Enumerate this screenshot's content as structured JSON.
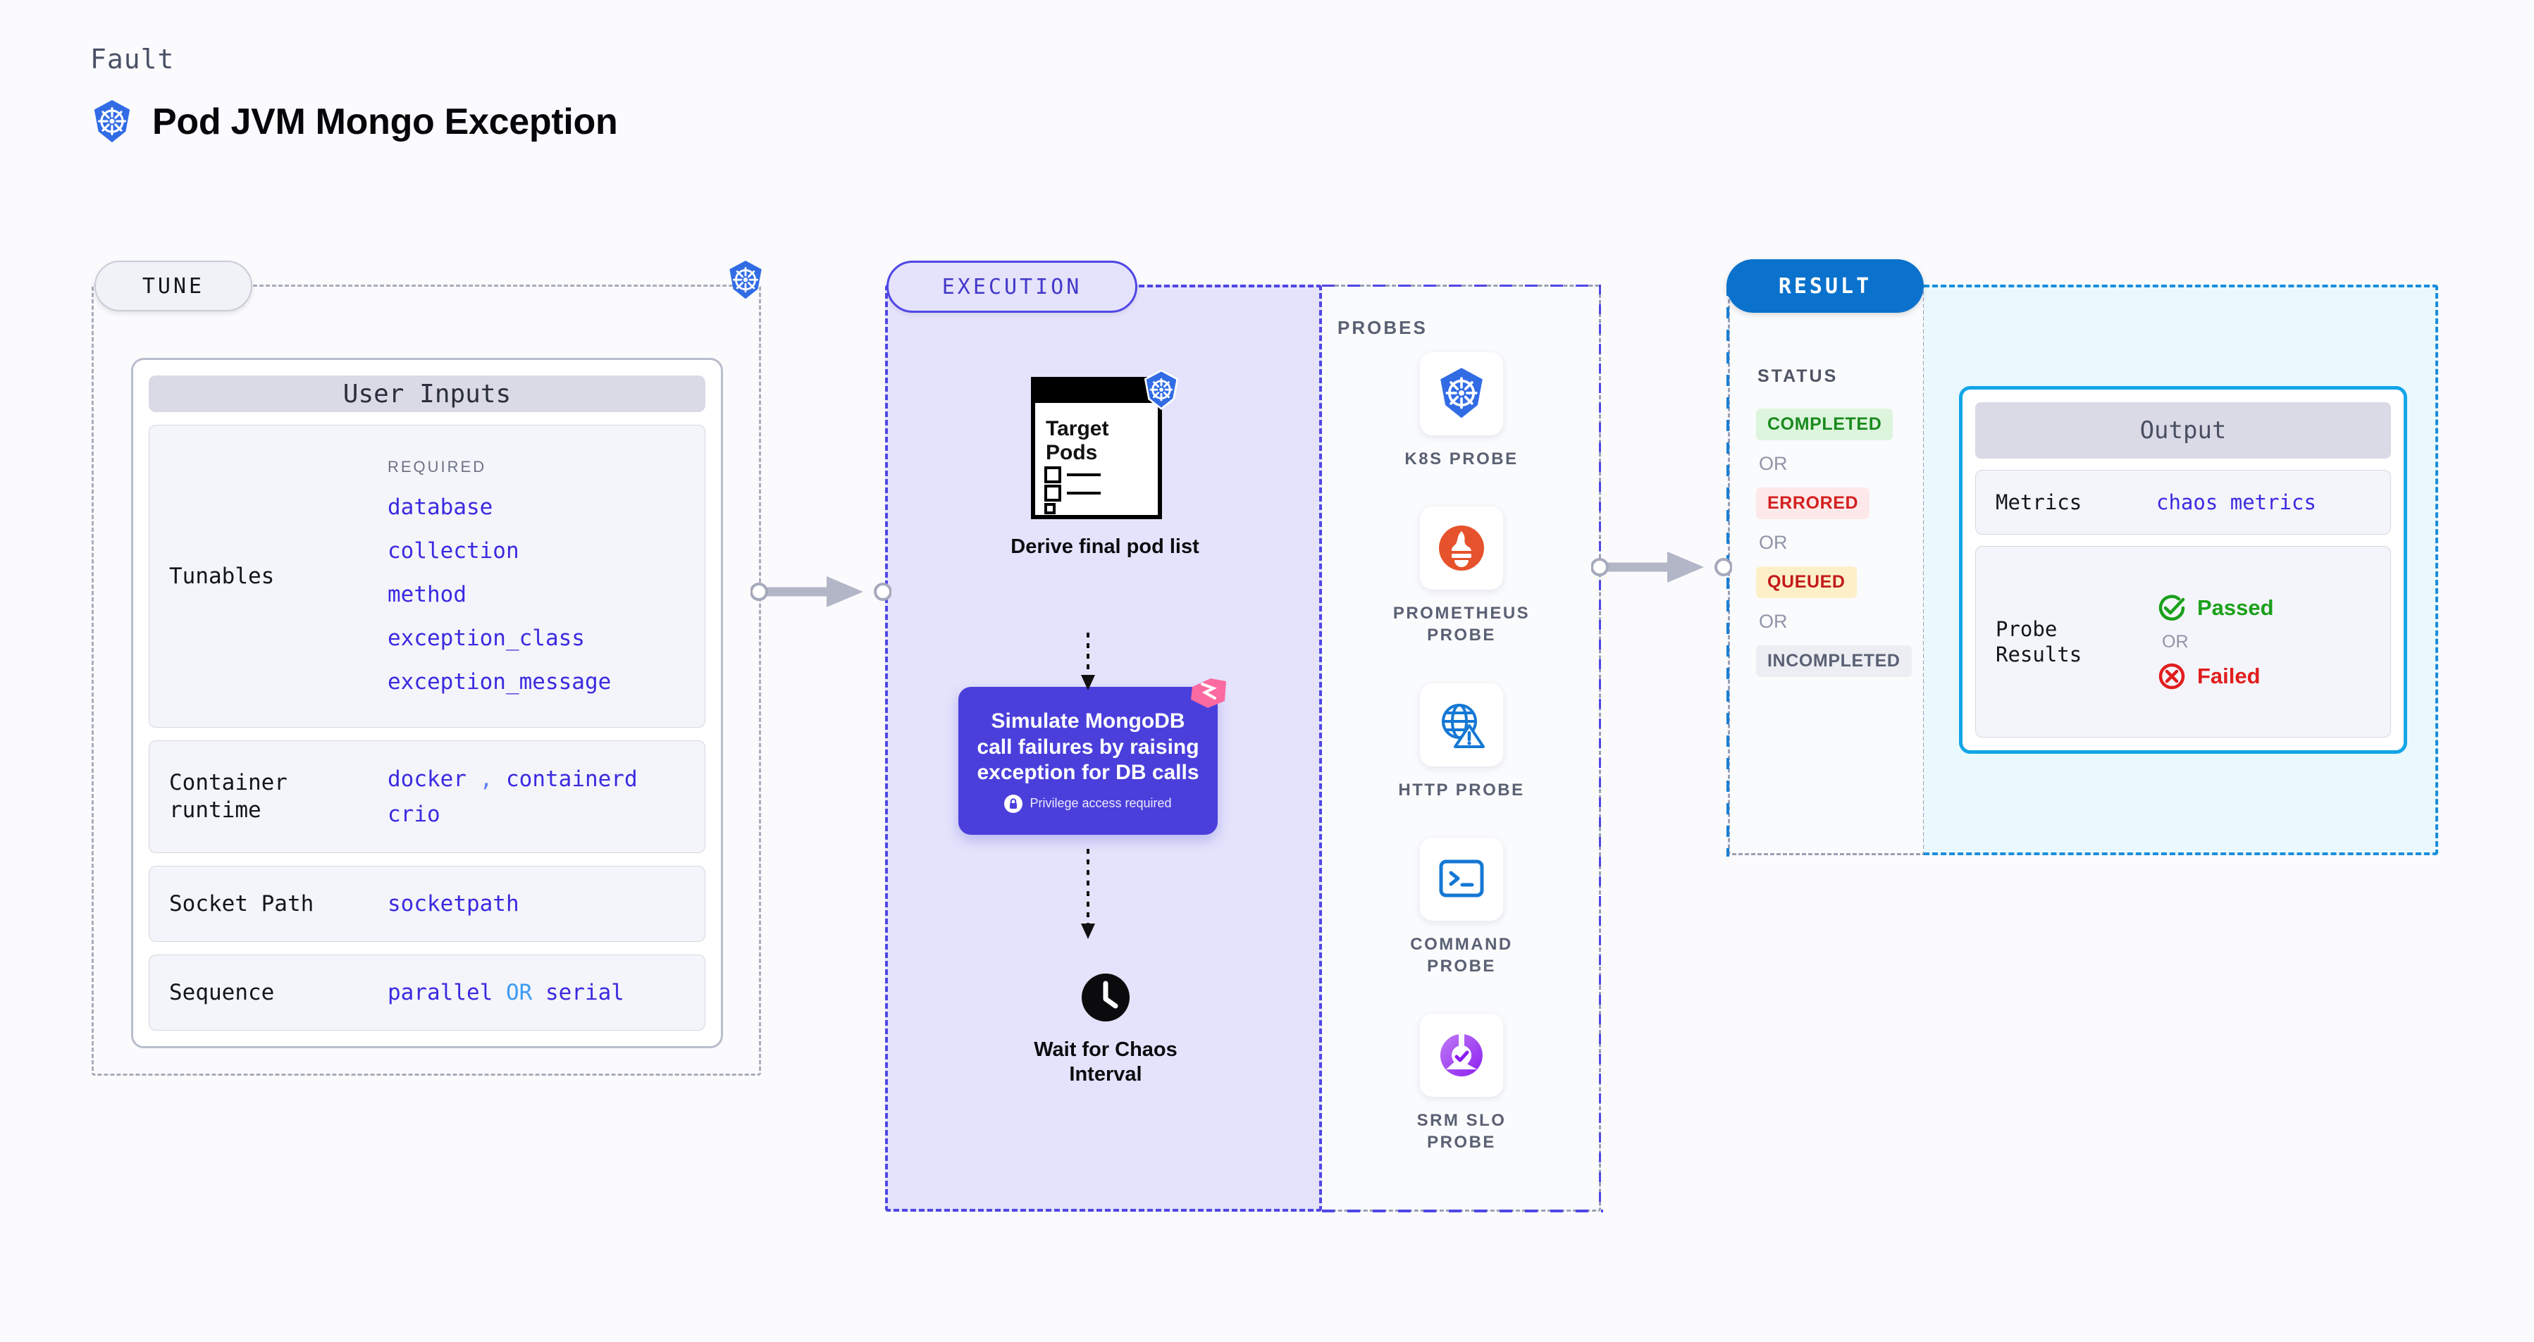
{
  "header": {
    "eyebrow": "Fault",
    "title": "Pod JVM Mongo Exception",
    "logo_icon": "kubernetes-icon"
  },
  "colors": {
    "accent_purple": "#4a3fdb",
    "accent_blue": "#0a72cc",
    "tune_border": "#a8adbd",
    "exec_bg": "#e4e3fb",
    "output_border": "#12a5e8",
    "output_bg": "#eaf9fe",
    "mono_value": "#3b2ae0",
    "status_completed": "#1a8a1f",
    "status_errored": "#d32020",
    "status_queued": "#c21a1a",
    "status_incompleted": "#5b6174",
    "passed": "#1aa01a",
    "failed": "#e11d1d",
    "ribbon_pink": "#fb6aa0"
  },
  "tune": {
    "badge": "TUNE",
    "k8s_badge_icon": "kubernetes-icon",
    "card_title": "User Inputs",
    "tunables": {
      "label": "Tunables",
      "required_heading": "REQUIRED",
      "items": [
        "database",
        "collection",
        "method",
        "exception_class",
        "exception_message"
      ]
    },
    "rows": [
      {
        "label": "Container\nruntime",
        "values_line1": [
          "docker",
          "containerd"
        ],
        "separator": ",",
        "values_line2": [
          "crio"
        ]
      },
      {
        "label": "Socket Path",
        "values": [
          "socketpath"
        ]
      },
      {
        "label": "Sequence",
        "values": [
          "parallel",
          "serial"
        ],
        "separator": "OR"
      }
    ]
  },
  "execution": {
    "badge": "EXECUTION",
    "derive": {
      "doc_title_line1": "Target",
      "doc_title_line2": "Pods",
      "doc_icon": "target-pods-document-icon",
      "k8s_icon": "kubernetes-icon",
      "caption": "Derive final pod list"
    },
    "action": {
      "text": "Simulate MongoDB call failures by raising exception for DB calls",
      "privilege_note": "Privilege access required",
      "lock_icon": "lock-icon",
      "ribbon_icon": "ribbon-flag-icon"
    },
    "wait": {
      "icon": "clock-icon",
      "caption": "Wait for Chaos Interval"
    }
  },
  "probes": {
    "heading": "PROBES",
    "items": [
      {
        "label": "K8S PROBE",
        "icon": "kubernetes-icon"
      },
      {
        "label": "PROMETHEUS\nPROBE",
        "icon": "prometheus-icon"
      },
      {
        "label": "HTTP PROBE",
        "icon": "http-globe-warning-icon"
      },
      {
        "label": "COMMAND\nPROBE",
        "icon": "terminal-icon"
      },
      {
        "label": "SRM SLO\nPROBE",
        "icon": "srm-slo-donut-check-icon"
      }
    ]
  },
  "result": {
    "badge": "RESULT",
    "status_heading": "STATUS",
    "statuses": [
      {
        "label": "COMPLETED",
        "bg": "#ddf5dd",
        "fg": "#1a8a1f"
      },
      {
        "label": "ERRORED",
        "bg": "#fde9e9",
        "fg": "#d32020"
      },
      {
        "label": "QUEUED",
        "bg": "#fdf0c8",
        "fg": "#c21a1a"
      },
      {
        "label": "INCOMPLETED",
        "bg": "#eceef3",
        "fg": "#5b6174"
      }
    ],
    "or_separator": "OR",
    "output": {
      "title": "Output",
      "metrics_label": "Metrics",
      "metrics_value": "chaos metrics",
      "probe_results_label": "Probe\nResults",
      "passed_label": "Passed",
      "failed_label": "Failed",
      "or_separator": "OR",
      "passed_icon": "check-circle-icon",
      "failed_icon": "x-circle-icon"
    }
  }
}
